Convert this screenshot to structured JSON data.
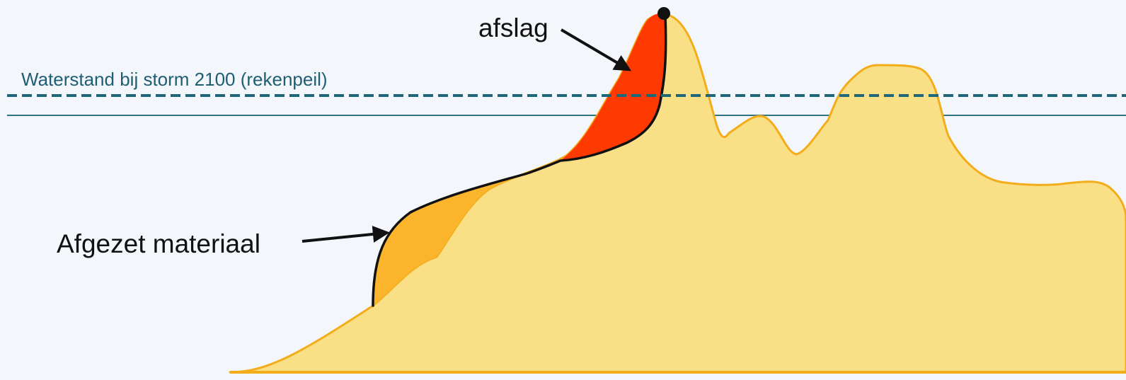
{
  "storm_level": {
    "label": "Waterstand bij storm 2100 (rekenpeil)",
    "line_color": "#1d6778",
    "style": "dashed"
  },
  "reference_level": {
    "line_color": "#2f7482",
    "style": "solid"
  },
  "dune_profile": {
    "fill_color": "#f9df86",
    "stroke_color": "#f4ad1a"
  },
  "erosion": {
    "label": "afslag",
    "fill_color": "#ff3a00"
  },
  "deposition": {
    "label": "Afgezet materiaal",
    "fill_color": "#fbb52d"
  },
  "post_storm_profile": {
    "stroke_color": "#111111"
  }
}
